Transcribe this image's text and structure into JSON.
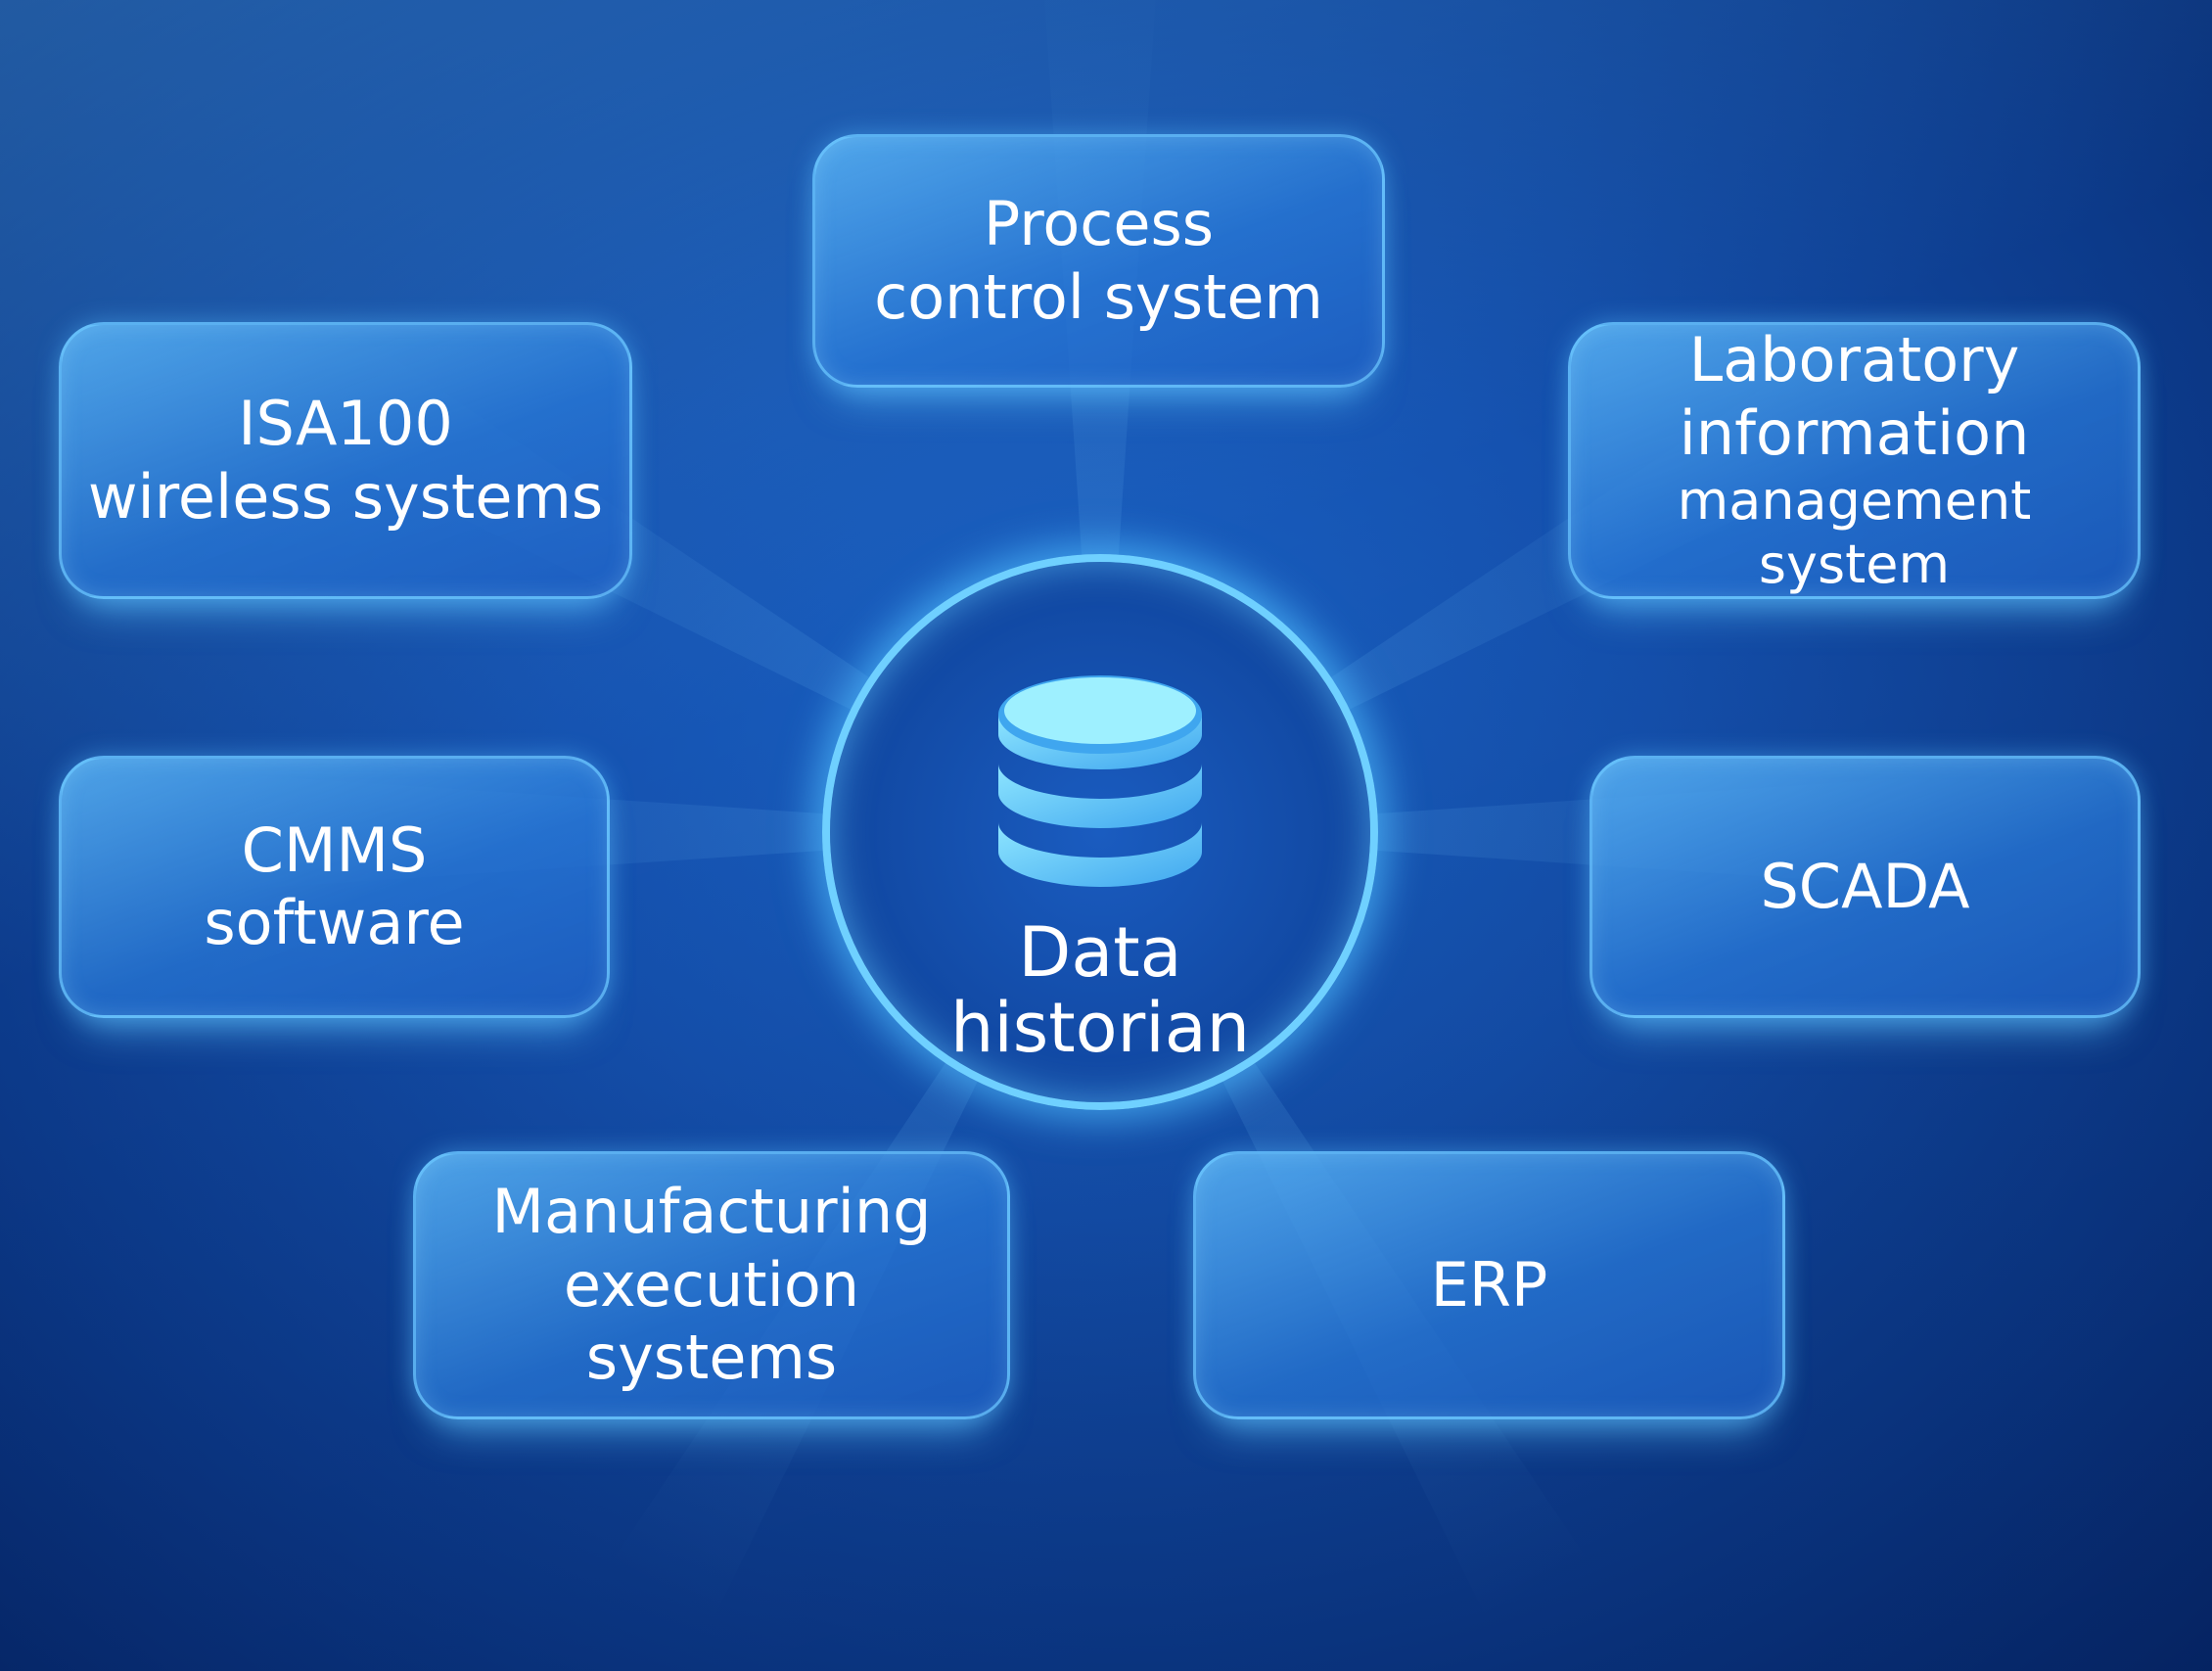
{
  "center": {
    "title_line1": "Data",
    "title_line2": "historian",
    "icon": "database-icon"
  },
  "nodes": {
    "process_control": [
      "Process",
      "control system"
    ],
    "isa100": [
      "ISA100",
      "wireless systems"
    ],
    "lims": [
      "Laboratory",
      "information",
      "management system"
    ],
    "cmms": [
      "CMMS",
      "software"
    ],
    "scada": [
      "SCADA"
    ],
    "mes": [
      "Manufacturing",
      "execution systems"
    ],
    "erp": [
      "ERP"
    ]
  },
  "colors": {
    "accent": "#6fd0ff",
    "background": "#1552b0"
  }
}
